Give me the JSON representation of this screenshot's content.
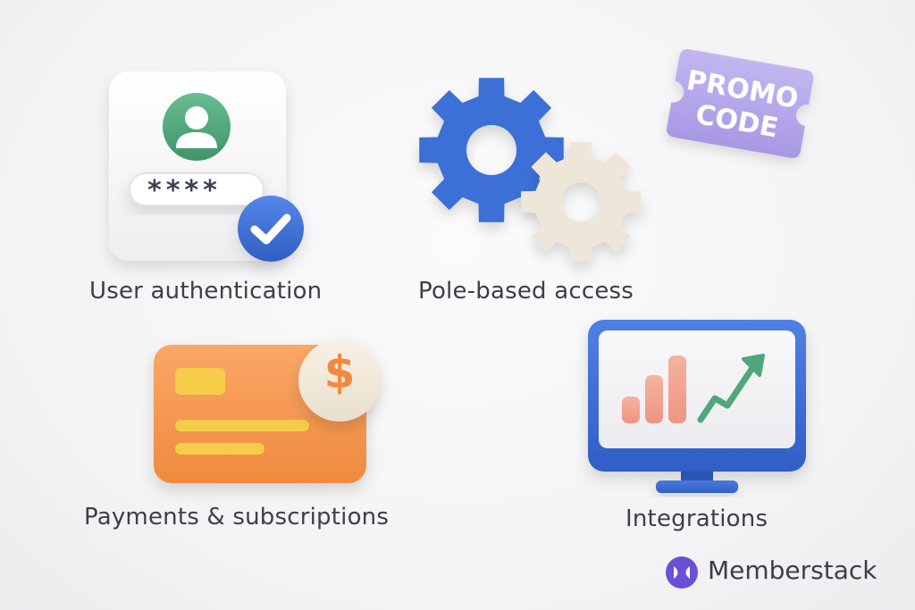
{
  "features": [
    {
      "label": "User authentication",
      "icon": "user-login-card-icon",
      "password_mask": "****"
    },
    {
      "label": "Pole-based access",
      "icon": "gears-icon"
    },
    {
      "label": "Payments & subscriptions",
      "icon": "credit-card-dollar-icon",
      "currency_symbol": "$"
    },
    {
      "label": "Integrations",
      "icon": "monitor-chart-icon"
    }
  ],
  "promo": {
    "line1": "PROMO",
    "line2": "CODE"
  },
  "brand": {
    "name": "Memberstack",
    "icon": "memberstack-logo-icon"
  },
  "colors": {
    "blue": "#3c6fd6",
    "green": "#4fa77b",
    "cream": "#eee6d9",
    "orange": "#f59a52",
    "yellow": "#f6cd4a",
    "purple": "#b5a7ea",
    "salmon": "#f2a08d",
    "text": "#3a3f4a",
    "brand_purple": "#6b4fd8"
  }
}
